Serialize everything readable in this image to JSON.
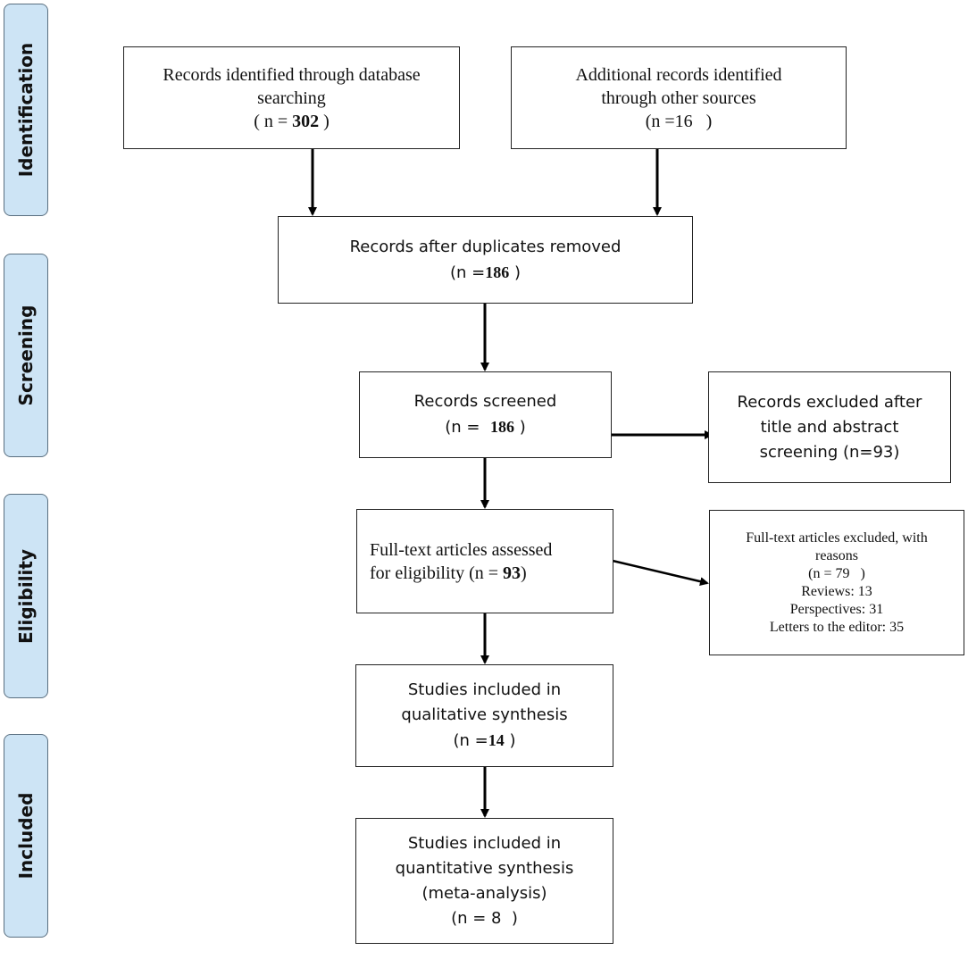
{
  "phases": {
    "identification": "Identification",
    "screening": "Screening",
    "eligibility": "Eligibility",
    "included": "Included"
  },
  "boxes": {
    "database": {
      "line1": "Records identified through database",
      "line2": "searching",
      "n_prefix": "( n = ",
      "n_value": "302",
      "n_suffix": " )"
    },
    "other": {
      "line1": "Additional records identified",
      "line2": "through other sources",
      "n_text": "(n =16   )"
    },
    "duplicates": {
      "line1": "Records after duplicates removed",
      "n_prefix": "(n =",
      "n_value": "186",
      "n_suffix": " )"
    },
    "screened": {
      "line1": "Records screened",
      "n_prefix": "(n =  ",
      "n_value": "186",
      "n_suffix": " )"
    },
    "excluded_title": {
      "line1": "Records excluded after",
      "line2": "title and abstract",
      "line3": "screening (n=93)"
    },
    "fulltext": {
      "line1": "Full-text articles assessed",
      "line2_prefix": "for eligibility (n = ",
      "n_value": "93",
      "n_suffix": ")"
    },
    "fulltext_excluded": {
      "line1": "Full-text articles excluded, with",
      "line2": "reasons",
      "line3": "(n = 79   )",
      "line4": "Reviews: 13",
      "line5": "Perspectives: 31",
      "line6": "Letters to the editor: 35"
    },
    "qualitative": {
      "line1": "Studies included in",
      "line2": "qualitative synthesis",
      "n_prefix": "(n =",
      "n_value": "14",
      "n_suffix": " )"
    },
    "quantitative": {
      "line1": "Studies included in",
      "line2": "quantitative synthesis",
      "line3": "(meta-analysis)",
      "n_text": "(n = 8  )"
    }
  }
}
